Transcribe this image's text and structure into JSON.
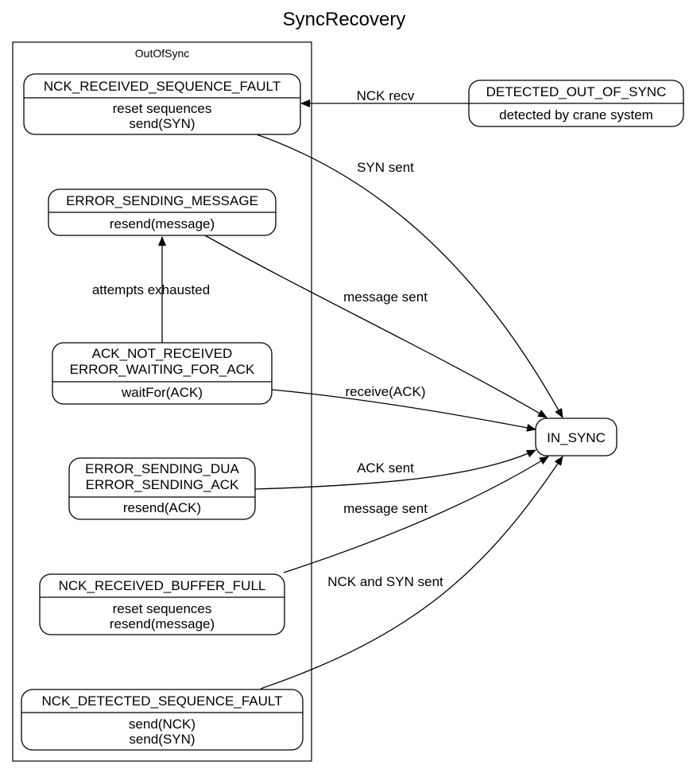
{
  "diagram": {
    "title": "SyncRecovery",
    "cluster": {
      "label": "OutOfSync"
    },
    "states": {
      "nck_received_sequence_fault": {
        "name": [
          "NCK_RECEIVED_SEQUENCE_FAULT"
        ],
        "actions": [
          "reset sequences",
          "send(SYN)"
        ]
      },
      "error_sending_message": {
        "name": [
          "ERROR_SENDING_MESSAGE"
        ],
        "actions": [
          "resend(message)"
        ]
      },
      "ack_not_received": {
        "name": [
          "ACK_NOT_RECEIVED",
          "ERROR_WAITING_FOR_ACK"
        ],
        "actions": [
          "waitFor(ACK)"
        ]
      },
      "error_sending_dua": {
        "name": [
          "ERROR_SENDING_DUA",
          "ERROR_SENDING_ACK"
        ],
        "actions": [
          "resend(ACK)"
        ]
      },
      "nck_received_buffer_full": {
        "name": [
          "NCK_RECEIVED_BUFFER_FULL"
        ],
        "actions": [
          "reset sequences",
          "resend(message)"
        ]
      },
      "nck_detected_sequence_fault": {
        "name": [
          "NCK_DETECTED_SEQUENCE_FAULT"
        ],
        "actions": [
          "send(NCK)",
          "send(SYN)"
        ]
      },
      "detected_out_of_sync": {
        "name": [
          "DETECTED_OUT_OF_SYNC"
        ],
        "actions": [
          "detected by crane system"
        ]
      },
      "in_sync": {
        "name": [
          "IN_SYNC"
        ],
        "actions": []
      }
    },
    "transitions": {
      "nck_recv": {
        "from": "DETECTED_OUT_OF_SYNC",
        "to": "NCK_RECEIVED_SEQUENCE_FAULT",
        "label": "NCK recv"
      },
      "syn_sent": {
        "from": "NCK_RECEIVED_SEQUENCE_FAULT",
        "to": "IN_SYNC",
        "label": "SYN sent"
      },
      "message_sent_1": {
        "from": "ERROR_SENDING_MESSAGE",
        "to": "IN_SYNC",
        "label": "message sent"
      },
      "attempts_exhausted": {
        "from": "ACK_NOT_RECEIVED",
        "to": "ERROR_SENDING_MESSAGE",
        "label": "attempts exhausted"
      },
      "receive_ack": {
        "from": "ACK_NOT_RECEIVED",
        "to": "IN_SYNC",
        "label": "receive(ACK)"
      },
      "ack_sent": {
        "from": "ERROR_SENDING_DUA",
        "to": "IN_SYNC",
        "label": "ACK sent"
      },
      "message_sent_2": {
        "from": "NCK_RECEIVED_BUFFER_FULL",
        "to": "IN_SYNC",
        "label": "message sent"
      },
      "nck_and_syn_sent": {
        "from": "NCK_DETECTED_SEQUENCE_FAULT",
        "to": "IN_SYNC",
        "label": "NCK and SYN sent"
      }
    }
  }
}
